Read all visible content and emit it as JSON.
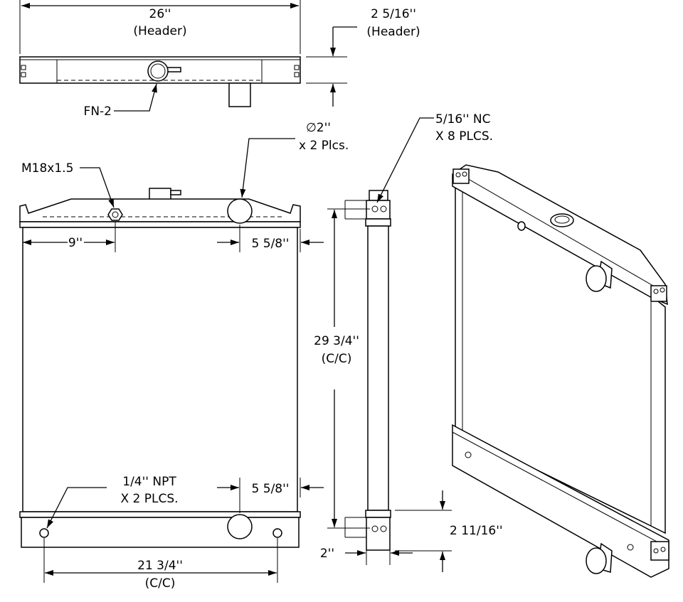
{
  "top_view": {
    "width_value": "26''",
    "width_label": "(Header)",
    "height_value": "2 5/16''",
    "height_label": "(Header)",
    "filler_neck_label": "FN-2"
  },
  "front_view": {
    "outlet_dia": "∅2''",
    "outlet_qty": "x 2 Plcs.",
    "sensor_port": "M18x1.5",
    "sensor_offset": "9''",
    "top_outlet_offset": "5 5/8''",
    "bottom_outlet_offset": "5 5/8''",
    "drain_port": "1/4'' NPT",
    "drain_qty": "X 2 PLCS.",
    "drain_spacing": "21 3/4''",
    "drain_spacing_label": "(C/C)"
  },
  "side_view": {
    "mount_thread": "5/16'' NC",
    "mount_qty": "X 8 PLCS.",
    "mount_spacing": "29 3/4''",
    "mount_spacing_label": "(C/C)",
    "mount_width": "2''",
    "bracket_height": "2 11/16''"
  }
}
